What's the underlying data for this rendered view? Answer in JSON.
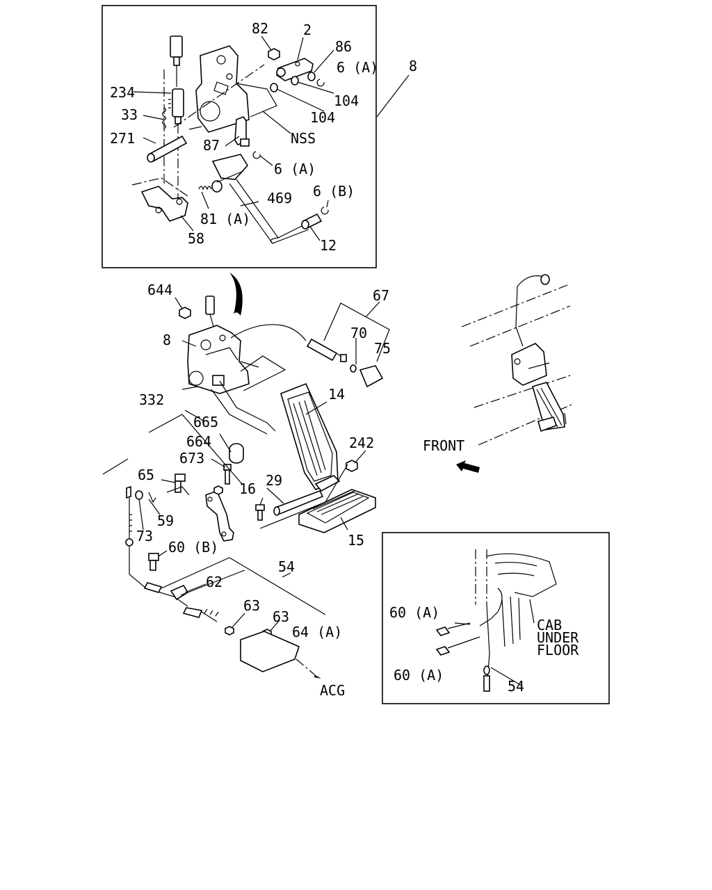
{
  "diagram": {
    "callouts": {
      "c82": "82",
      "c2": "2",
      "c86": "86",
      "c6a_top": "6 (A)",
      "c104_a": "104",
      "c104_b": "104",
      "cNSS": "NSS",
      "c8_main": "8",
      "c234": "234",
      "c33": "33",
      "c271": "271",
      "c87": "87",
      "c6a_mid": "6 (A)",
      "c6b": "6 (B)",
      "c469": "469",
      "c81a": "81 (A)",
      "c12": "12",
      "c58": "58",
      "c644": "644",
      "c8_assy": "8",
      "c67": "67",
      "c70": "70",
      "c75": "75",
      "c14": "14",
      "c332": "332",
      "c665": "665",
      "c664": "664",
      "c673": "673",
      "c242": "242",
      "c65": "65",
      "c16": "16",
      "c29": "29",
      "c59": "59",
      "c73": "73",
      "c15": "15",
      "c60b": "60 (B)",
      "c54": "54",
      "c62": "62",
      "c63_a": "63",
      "c63_b": "63",
      "c64a": "64 (A)",
      "cACG": "ACG",
      "cFRONT": "FRONT",
      "c60a_1": "60 (A)",
      "c60a_2": "60 (A)",
      "cCAB": "CAB",
      "cUNDER": "UNDER",
      "cFLOOR": "FLOOR",
      "c54_inset": "54"
    }
  }
}
